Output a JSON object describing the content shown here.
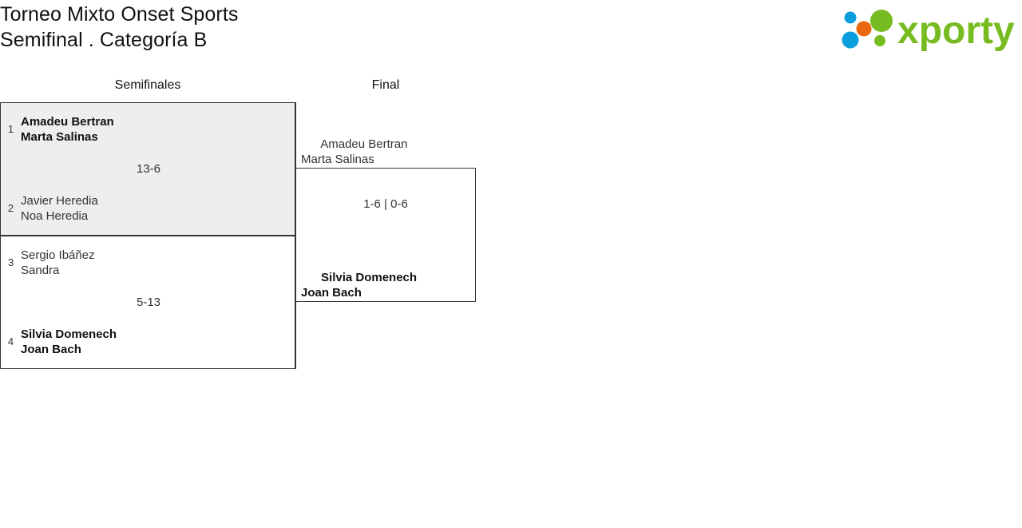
{
  "header": {
    "title": "Torneo Mixto Onset Sports\nSemifinal . Categoría B",
    "logo_text": "xporty",
    "logo_colors": {
      "green": "#76bc21",
      "blue": "#0a9fdc",
      "orange": "#e8680f"
    }
  },
  "bracket": {
    "rounds": [
      {
        "label": "Semifinales"
      },
      {
        "label": "Final"
      }
    ],
    "semifinals": [
      {
        "highlighted": true,
        "top": {
          "seed": "1",
          "names": "Amadeu Bertran\nMarta Salinas",
          "winner": true
        },
        "bottom": {
          "seed": "2",
          "names": "Javier Heredia\nNoa Heredia",
          "winner": false
        },
        "score": "13-6"
      },
      {
        "highlighted": false,
        "top": {
          "seed": "3",
          "names": "Sergio Ibáñez\nSandra",
          "winner": false
        },
        "bottom": {
          "seed": "4",
          "names": "Silvia Domenech\nJoan Bach",
          "winner": true
        },
        "score": "5-13"
      }
    ],
    "final": {
      "top": {
        "names": "Amadeu Bertran\nMarta Salinas",
        "winner": false
      },
      "bottom": {
        "names": "Silvia Domenech\nJoan Bach",
        "winner": true
      },
      "score": "1-6 | 0-6"
    }
  }
}
